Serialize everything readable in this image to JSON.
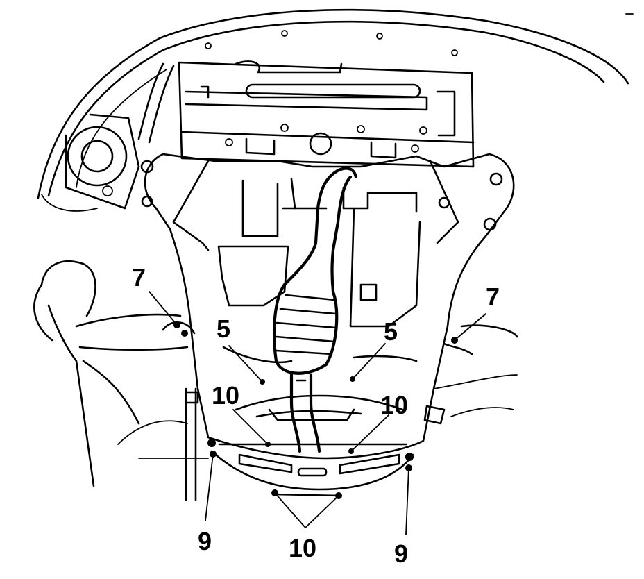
{
  "callouts": {
    "bolt_7_left": "7",
    "bolt_7_right": "7",
    "bolt_5_left": "5",
    "bolt_5_right": "5",
    "bolt_10_left": "10",
    "bolt_10_right": "10",
    "bolt_10_bottom": "10",
    "bolt_9_left": "9",
    "bolt_9_right": "9"
  },
  "colors": {
    "line": "#000000",
    "background": "#ffffff"
  }
}
